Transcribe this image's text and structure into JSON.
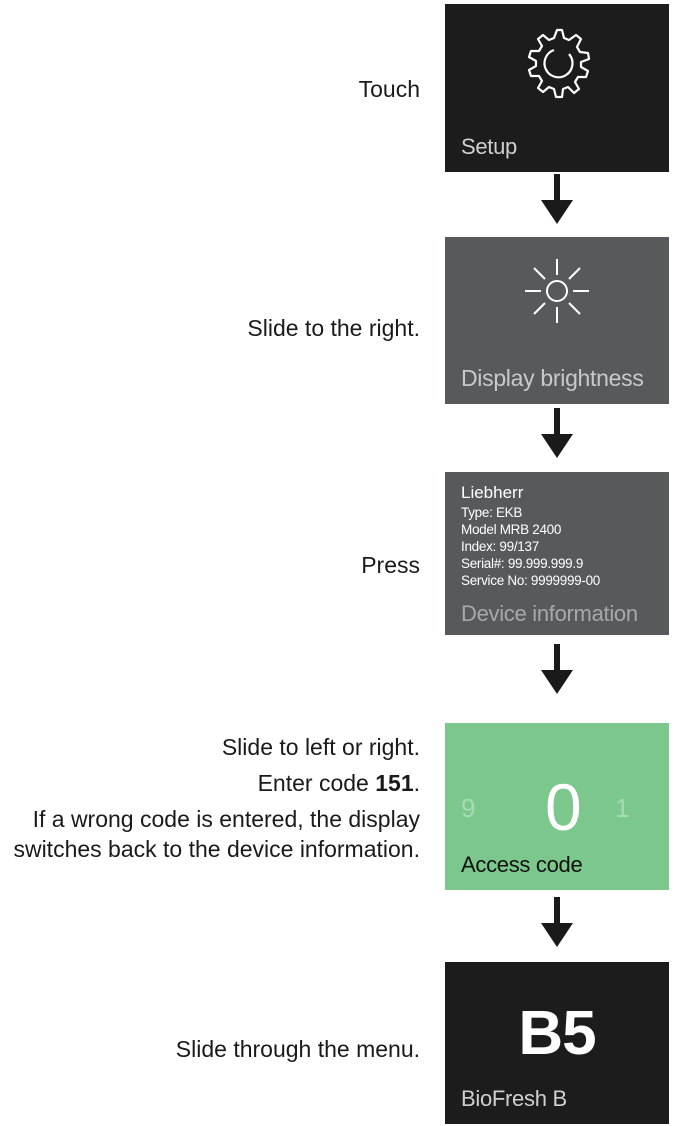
{
  "steps": [
    {
      "instruction": "Touch",
      "screen": {
        "label": "Setup",
        "icon": "gear-icon",
        "bg": "#1c1c1c"
      }
    },
    {
      "instruction": "Slide to the right.",
      "screen": {
        "label": "Display brightness",
        "icon": "sun-icon",
        "bg": "#58595b"
      }
    },
    {
      "instruction": "Press",
      "screen": {
        "title": "Liebherr",
        "lines": [
          "Type: EKB",
          "Model MRB 2400",
          "Index: 99/137",
          "Serial#: 99.999.999.9",
          "Service No: 9999999-00"
        ],
        "label": "Device information",
        "bg": "#58595b"
      }
    },
    {
      "instruction_lines": {
        "line1": "Slide to left or right.",
        "line2_prefix": "Enter code ",
        "line2_code": "151",
        "line2_suffix": ".",
        "line3": "If a wrong code is entered, the display switches back to the device information."
      },
      "screen": {
        "prev_digit": "9",
        "digit": "0",
        "next_digit": "1",
        "label": "Access code",
        "bg": "#7bc78c"
      }
    },
    {
      "instruction": "Slide through the menu.",
      "screen": {
        "code": "B5",
        "label": "BioFresh B",
        "bg": "#1c1c1c"
      }
    }
  ],
  "arrow_color": "#1a1a1a"
}
